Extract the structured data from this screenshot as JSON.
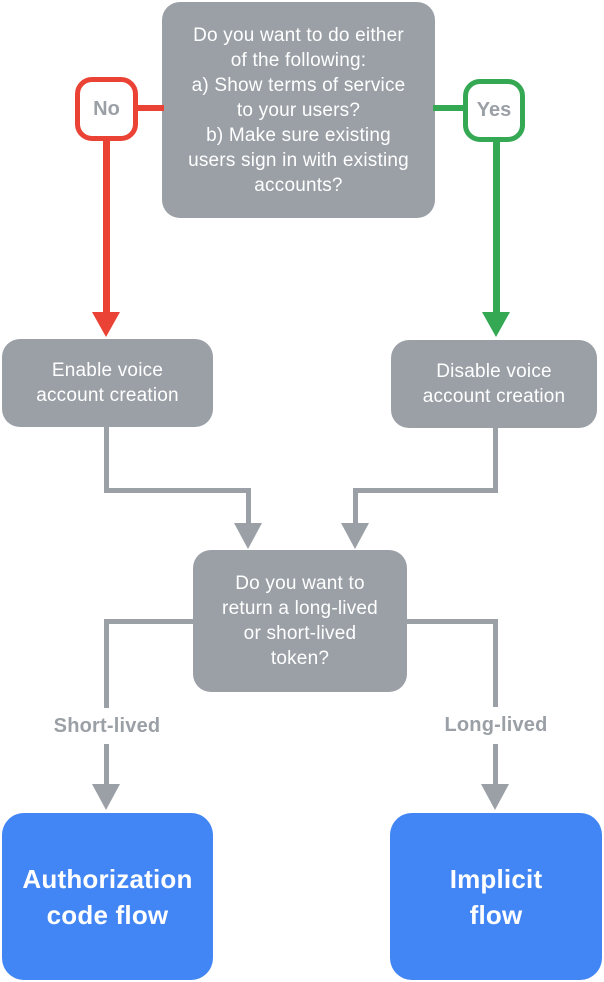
{
  "flowchart": {
    "title_hint": "Voice account creation / OAuth flow decision tree",
    "top_question": "Do you want to do either\nof the following:\na) Show terms of service\nto your users?\nb) Make sure existing\nusers sign in with existing\naccounts?",
    "no_badge": "No",
    "yes_badge": "Yes",
    "enable_box": "Enable voice\naccount creation",
    "disable_box": "Disable voice\naccount creation",
    "token_question": "Do you want to\nreturn a long-lived\nor short-lived\ntoken?",
    "short_lived_label": "Short-lived",
    "long_lived_label": "Long-lived",
    "auth_code_box": "Authorization\ncode flow",
    "implicit_box": "Implicit\nflow",
    "colors": {
      "gray": "#9AA0A6",
      "red": "#EA4335",
      "green": "#34A853",
      "blue": "#4285F4",
      "white": "#FFFFFF"
    }
  }
}
